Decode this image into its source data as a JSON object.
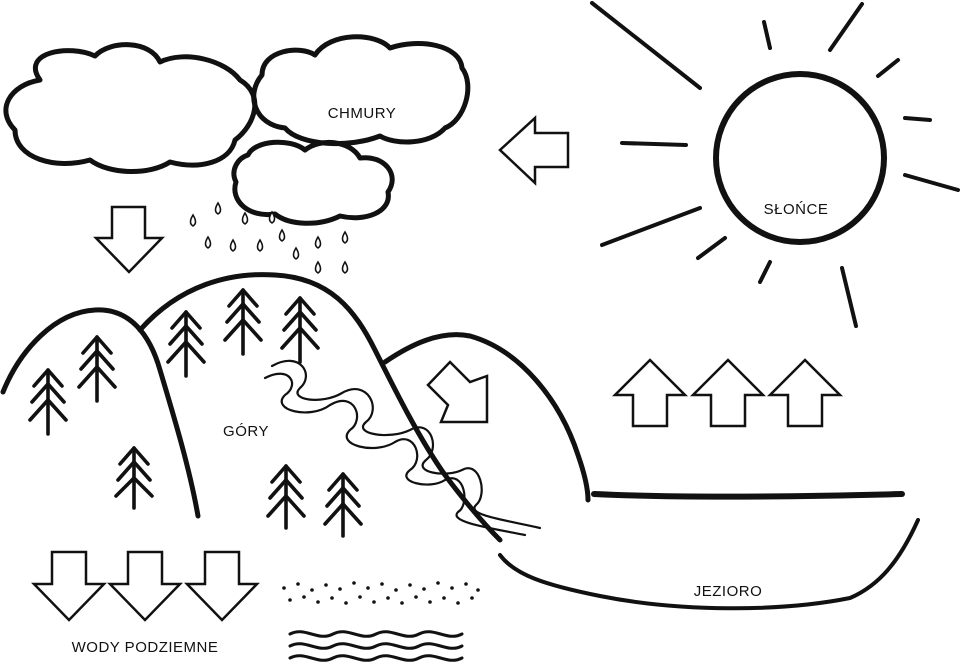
{
  "labels": {
    "clouds": "CHMURY",
    "sun": "SŁOŃCE",
    "mountains": "GÓRY",
    "lake": "JEZIORO",
    "groundwater": "WODY PODZIEMNE"
  },
  "colors": {
    "ink": "#111111",
    "background": "#ffffff"
  }
}
